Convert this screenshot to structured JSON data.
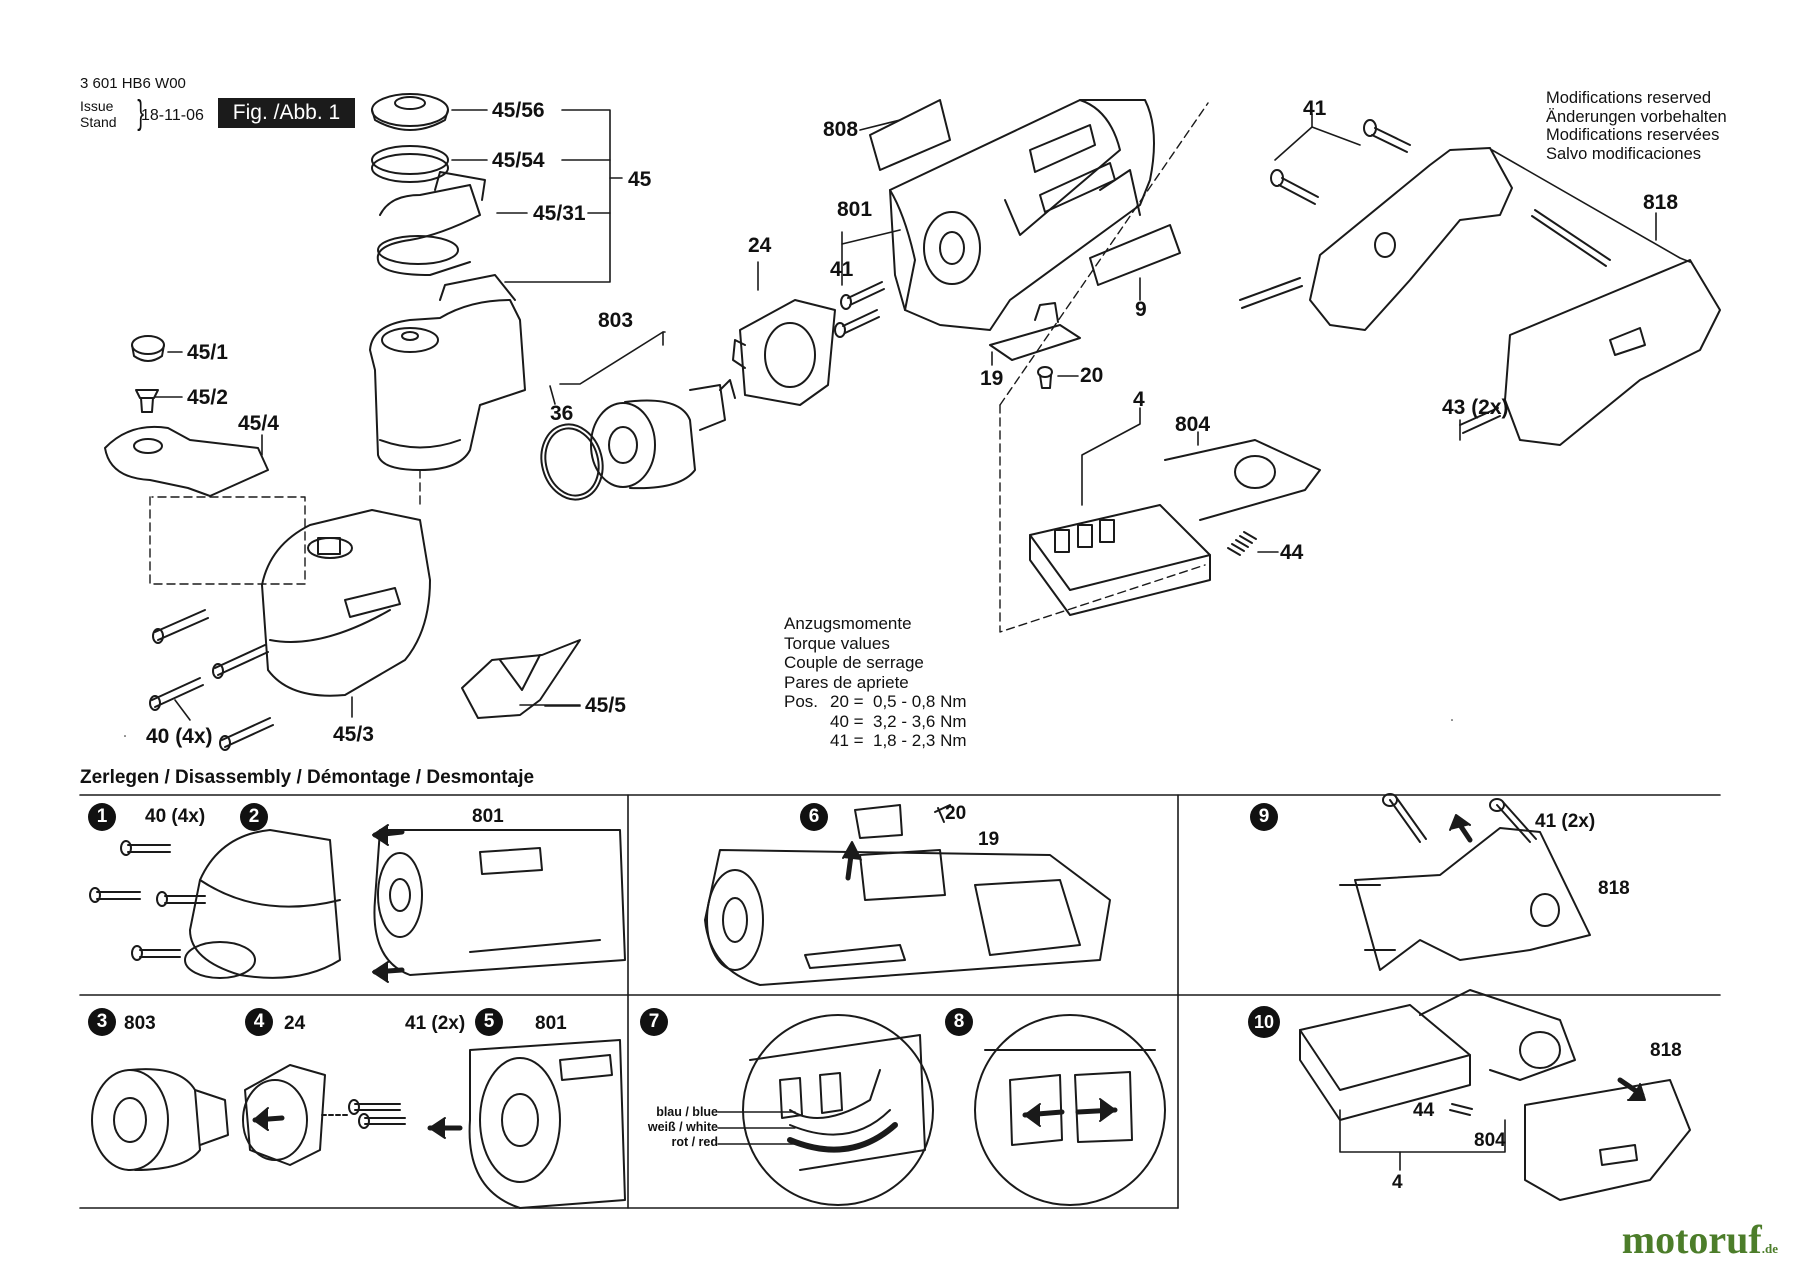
{
  "header": {
    "code": "3 601 HB6 W00",
    "issue_label": "Issue",
    "stand_label": "Stand",
    "date": "18-11-06",
    "figure_label": "Fig. /Abb. 1"
  },
  "modifications": [
    "Modifications reserved",
    "Änderungen vorbehalten",
    "Modifications reservées",
    "Salvo modificaciones"
  ],
  "torque": {
    "lines": [
      "Anzugsmomente",
      "Torque values",
      "Couple de serrage",
      "Pares de apriete"
    ],
    "pos_label": "Pos.",
    "values": [
      "20 =  0,5 - 0,8 Nm",
      "40 =  3,2 - 3,6 Nm",
      "41 =  1,8 - 2,3 Nm"
    ]
  },
  "part_labels": {
    "p45_56": "45/56",
    "p45_54": "45/54",
    "p45": "45",
    "p45_31": "45/31",
    "p45_1": "45/1",
    "p45_2": "45/2",
    "p45_4": "45/4",
    "p45_3": "45/3",
    "p45_5": "45/5",
    "p40": "40 (4x)",
    "p36": "36",
    "p803": "803",
    "p24": "24",
    "p808": "808",
    "p801": "801",
    "p41": "41",
    "p9": "9",
    "p19": "19",
    "p20": "20",
    "p4": "4",
    "p804": "804",
    "p44": "44",
    "p41b": "41",
    "p818": "818",
    "p43": "43 (2x)"
  },
  "disassembly": {
    "title": "Zerlegen / Disassembly / Démontage / Desmontaje",
    "steps": [
      "1",
      "2",
      "3",
      "4",
      "5",
      "6",
      "7",
      "8",
      "9",
      "10"
    ],
    "labels": {
      "s1_40": "40 (4x)",
      "s2_801": "801",
      "s6_20": "20",
      "s6_19": "19",
      "s9_41": "41 (2x)",
      "s9_818": "818",
      "s3_803": "803",
      "s4_24": "24",
      "s45_41": "41 (2x)",
      "s5_801": "801",
      "s10_818": "818",
      "s10_44": "44",
      "s10_804": "804",
      "s10_4": "4"
    },
    "wires": [
      "blau / blue",
      "weiß / white",
      "rot / red"
    ]
  },
  "logo": {
    "text": "motoruf",
    "suffix": ".de"
  }
}
